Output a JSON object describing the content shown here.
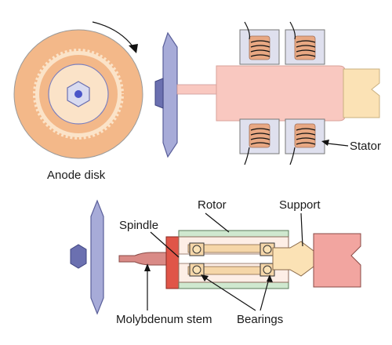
{
  "labels": {
    "anode_disk": "Anode disk",
    "stator": "Stator",
    "rotor": "Rotor",
    "support": "Support",
    "spindle": "Spindle",
    "molybdenum_stem": "Molybdenum stem",
    "bearings": "Bearings"
  },
  "colors": {
    "disk_outer": "#f3b889",
    "disk_inner": "#fbe3c8",
    "anode_blue": "#a7abd8",
    "anode_dark": "#6b70b0",
    "rotor_pink": "#f9c8c0",
    "stator_gray": "#dfe0ee",
    "coil_tan": "#e8a883",
    "support_tan": "#fbe2b5",
    "rotor_green": "#cfe8cf",
    "bearing_tan": "#f5d6a8",
    "red_end": "#e05548",
    "stem_pink": "#d98a86",
    "support_pink": "#f2a5a0"
  }
}
